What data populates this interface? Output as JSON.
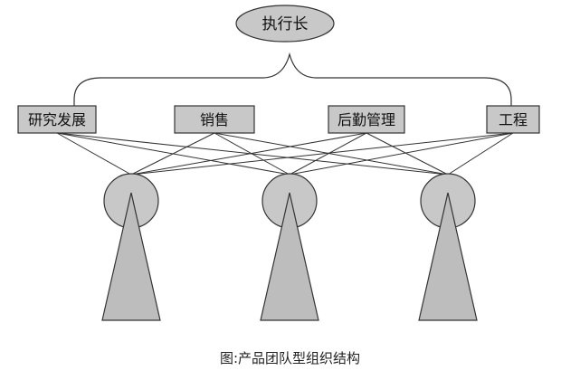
{
  "diagram": {
    "ceo_label": "执行长",
    "departments": [
      {
        "label": "研究发展"
      },
      {
        "label": "销售"
      },
      {
        "label": "后勤管理"
      },
      {
        "label": "工程"
      }
    ],
    "team_count": 3,
    "caption": "图:产品团队型组织结构"
  },
  "colors": {
    "fill": "#c8c8c8",
    "stroke": "#333333"
  }
}
